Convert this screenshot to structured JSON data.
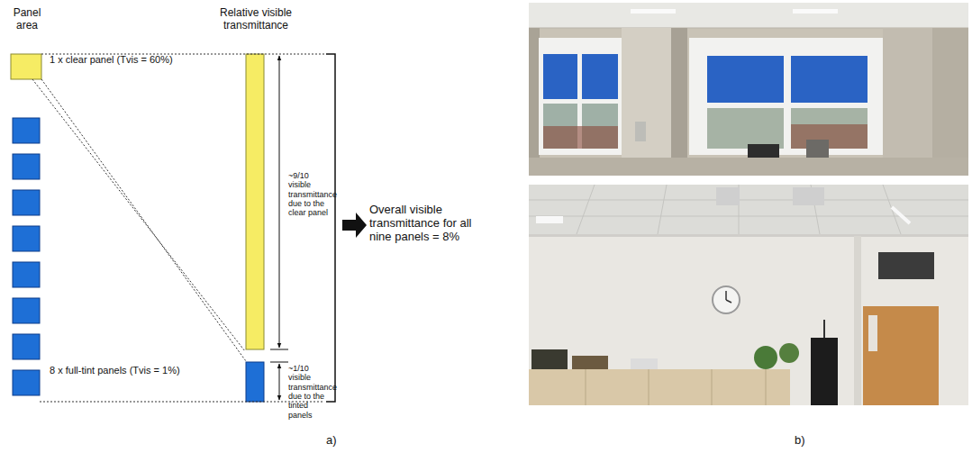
{
  "diagram": {
    "labels": [
      "Panel area",
      "Relative visible transmittance",
      "1 x clear panel (Tvis = 60%)",
      "~9/10 visible transmittance due to the clear panel",
      "8 x full-tint panels (Tvis = 1%)",
      "~1/10 visible transmittance due to the tinted panels",
      "Overall visible transmittance for all nine panels = 8%",
      "a)",
      "b)"
    ]
  }
}
